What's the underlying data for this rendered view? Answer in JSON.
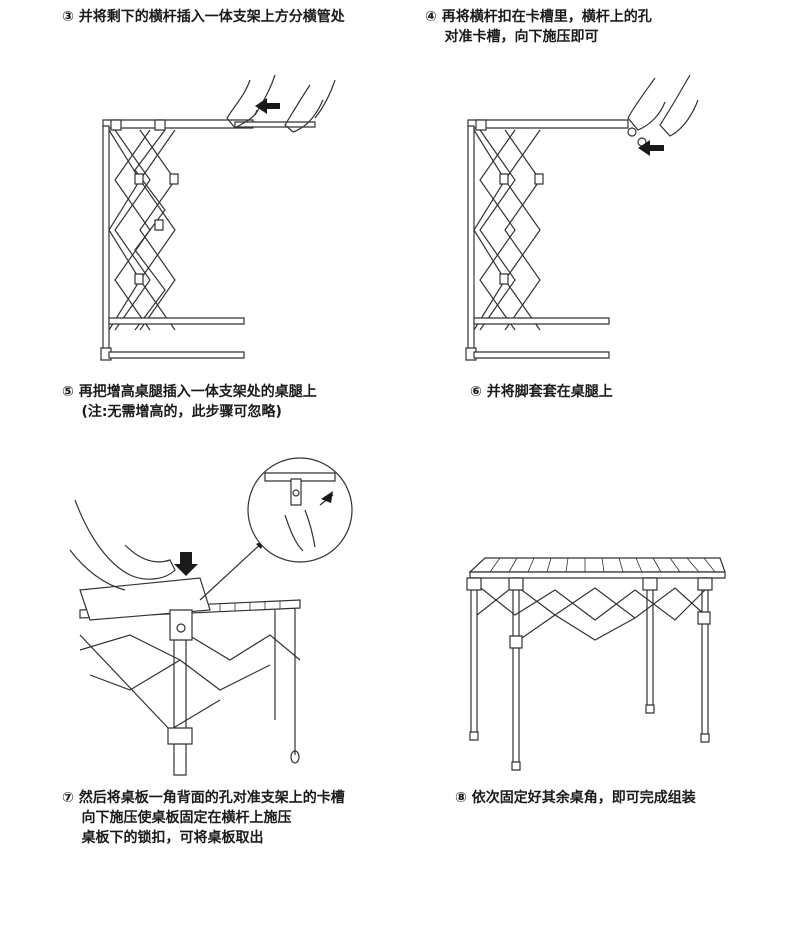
{
  "steps": [
    {
      "label": "③ 并将剩下的横杆插入一体支架上方分横管处"
    },
    {
      "label": "④ 再将横杆扣在卡槽里，横杆上的孔\n    对准卡槽，向下施压即可"
    },
    {
      "label": "⑤ 再把增高桌腿插入一体支架处的桌腿上\n    (注:无需增高的，此步骤可忽略)"
    },
    {
      "label": "⑥ 并将脚套套在桌腿上"
    },
    {
      "label": "⑦ 然后将桌板一角背面的孔对准支架上的卡槽\n    向下施压使桌板固定在横杆上施压\n    桌板下的锁扣，可将桌板取出"
    },
    {
      "label": "⑧ 依次固定好其余桌角，即可完成组装"
    }
  ],
  "colors": {
    "ink": "#1a1a1a",
    "frame": "#555555",
    "paper": "#ffffff"
  },
  "icons": [
    "press-arrow-icon",
    "hand-icon",
    "zoom-callout-icon"
  ]
}
